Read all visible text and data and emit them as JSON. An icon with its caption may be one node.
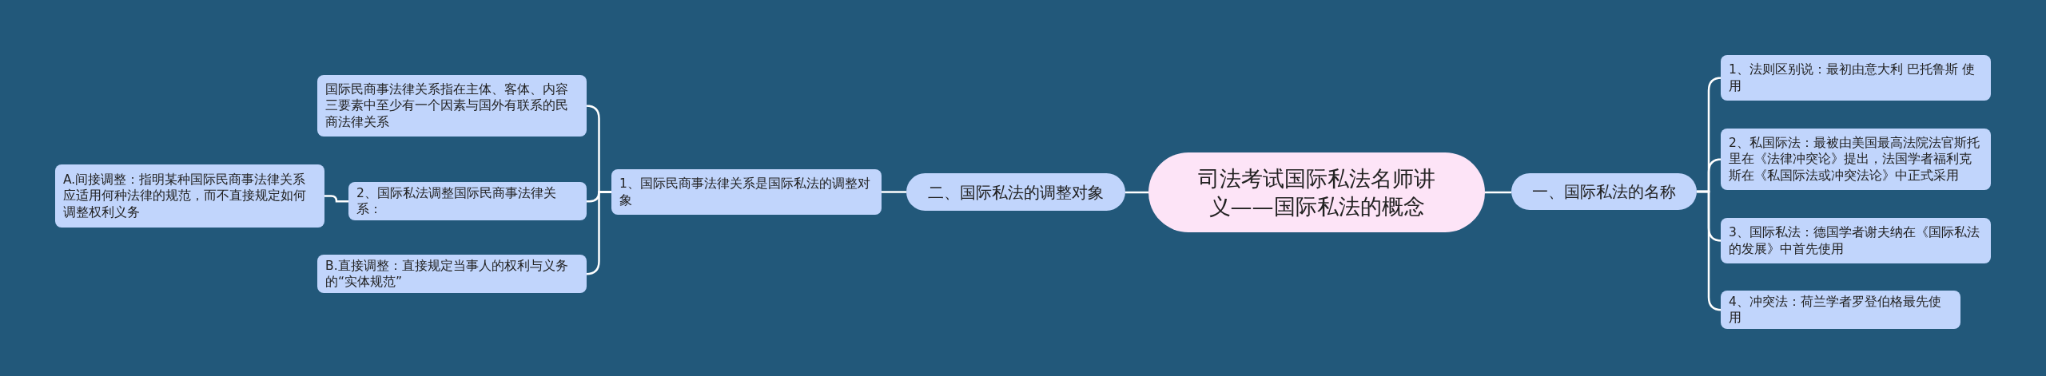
{
  "diagram": {
    "nodes": [
      {
        "text": [
          "司法考试国际私法名师讲义——国际私法的概念"
        ]
      },
      {
        "text": [
          "一、国际私法的名称"
        ]
      },
      {
        "text": [
          "1、法则区别说：最初由意大利 巴托鲁斯 使用"
        ]
      },
      {
        "text": [
          "2、私国际法：最被由美国最高法院法官斯托里在《法律冲突论》提出，法国学者福利克斯在《私国际法或冲突法论》中正式采用"
        ]
      },
      {
        "text": [
          "3、国际私法：德国学者谢夫纳在《国际私法的发展》中首先使用"
        ]
      },
      {
        "text": [
          "4、冲突法：荷兰学者罗登伯格最先使用"
        ]
      },
      {
        "text": [
          "二、国际私法的调整对象"
        ]
      },
      {
        "text": [
          "1、国际民商事法律关系是国际私法的调整对象"
        ]
      },
      {
        "text": [
          "国际民商事法律关系指在主体、客体、内容三要素中至少有一个因素与国外有联系的民商法律关系"
        ]
      },
      {
        "text": [
          "2、国际私法调整国际民商事法律关系："
        ]
      },
      {
        "text": [
          "A.间接调整：指明某种国际民商事法律关系应适用何种法律的规范，而不直接规定如何调整权利义务"
        ]
      },
      {
        "text": [
          "B.直接调整：直接规定当事人的权利与义务的“实体规范”"
        ]
      }
    ],
    "edges": [
      {
        "from": 0,
        "to": 1,
        "arrow": "none"
      },
      {
        "from": 1,
        "to": 2,
        "arrow": "none"
      },
      {
        "from": 1,
        "to": 3,
        "arrow": "none"
      },
      {
        "from": 1,
        "to": 4,
        "arrow": "none"
      },
      {
        "from": 1,
        "to": 5,
        "arrow": "none"
      },
      {
        "from": 0,
        "to": 6,
        "arrow": "none"
      },
      {
        "from": 6,
        "to": 7,
        "arrow": "none"
      },
      {
        "from": 7,
        "to": 8,
        "arrow": "none"
      },
      {
        "from": 7,
        "to": 9,
        "arrow": "none"
      },
      {
        "from": 7,
        "to": 11,
        "arrow": "none"
      },
      {
        "from": 9,
        "to": 10,
        "arrow": "none"
      }
    ]
  }
}
